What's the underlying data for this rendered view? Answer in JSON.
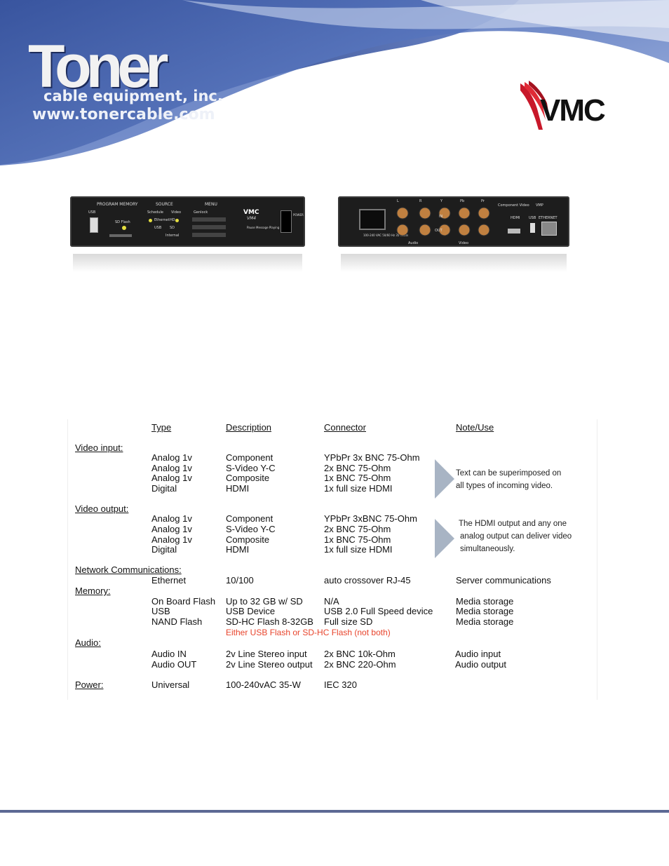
{
  "header": {
    "brand_name": "Toner",
    "brand_sub": "cable equipment, inc.",
    "brand_url": "www.tonercable.com",
    "partner_logo": "VMC"
  },
  "devices": {
    "front": {
      "program_memory": "PROGRAM MEMORY",
      "source": "SOURCE",
      "menu": "MENU",
      "usb": "USB",
      "sd_flash": "SD Flash",
      "schedule": "Schedule",
      "video": "Video",
      "genlock": "Genlock",
      "ethernet": "Ethernet",
      "hd": "HD",
      "usb2": "USB",
      "sd": "SD",
      "internal": "Internal",
      "brand": "VMC",
      "model": "VM4",
      "pause": "Pause Message Playing",
      "power": "POWER"
    },
    "back": {
      "power_label": "100-240 VAC 50/60 Hz 35 Watts",
      "component_video": "Component Video",
      "hdmi": "HDMI",
      "usb": "USB",
      "ethernet": "ETHERNET",
      "vmp": "VMP",
      "in": "IN",
      "out": "OUT",
      "audio": "Audio",
      "video": "Video",
      "l": "L",
      "r": "R",
      "y": "Y",
      "pb": "Pb",
      "pr": "Pr"
    }
  },
  "table": {
    "headers": {
      "type": "Type",
      "description": "Description",
      "connector": "Connector",
      "note": "Note/Use"
    },
    "sections": {
      "video_input": "Video input:",
      "video_output": "Video output:",
      "network": "Network Communications:",
      "memory": "Memory:",
      "audio": "Audio:",
      "power": "Power:"
    },
    "video_input": [
      {
        "type": "Analog  1v",
        "desc": "Component",
        "conn": "YPbPr   3x BNC   75-Ohm"
      },
      {
        "type": "Analog  1v",
        "desc": "S-Video Y-C",
        "conn": "2x BNC   75-Ohm"
      },
      {
        "type": "Analog  1v",
        "desc": "Composite",
        "conn": "1x BNC   75-Ohm"
      },
      {
        "type": "Digital",
        "desc": "HDMI",
        "conn": "1x full size HDMI"
      }
    ],
    "video_input_note": [
      "Text can be superimposed on",
      "all types of incoming video."
    ],
    "video_output": [
      {
        "type": "Analog  1v",
        "desc": "Component",
        "conn": "YPbPr  3xBNC    75-Ohm"
      },
      {
        "type": "Analog  1v",
        "desc": "S-Video Y-C",
        "conn": "2x BNC   75-Ohm"
      },
      {
        "type": "Analog  1v",
        "desc": "Composite",
        "conn": "1x BNC   75-Ohm"
      },
      {
        "type": "Digital",
        "desc": "HDMI",
        "conn": "1x full size HDMI"
      }
    ],
    "video_output_note": [
      "The HDMI output and any one",
      "analog output can deliver video",
      "simultaneously."
    ],
    "network": {
      "type": "Ethernet",
      "desc": "10/100",
      "conn": "auto crossover  RJ-45",
      "note": "Server communications"
    },
    "memory": [
      {
        "type": "On Board Flash",
        "desc": "Up to 32 GB w/ SD",
        "conn": "N/A",
        "note": "Media storage"
      },
      {
        "type": "USB",
        "desc": "USB Device",
        "conn": "USB 2.0 Full Speed device",
        "note": "Media storage"
      },
      {
        "type": "NAND Flash",
        "desc": "SD-HC Flash 8-32GB",
        "conn": "Full size SD",
        "note": "Media storage"
      }
    ],
    "memory_warning": "Either USB Flash or SD-HC Flash (not both)",
    "audio": [
      {
        "type": "Audio IN",
        "desc": "2v Line Stereo input",
        "conn": "2x BNC   10k-Ohm",
        "note": "Audio input"
      },
      {
        "type": "Audio OUT",
        "desc": "2v Line Stereo output",
        "conn": "2x BNC  220-Ohm",
        "note": "Audio output"
      }
    ],
    "power": {
      "type": "Universal",
      "desc": "100-240vAC 35-W",
      "conn": "IEC 320"
    }
  },
  "colors": {
    "header_blue": "#2e4a8f",
    "footer_line": "#5c6994",
    "warning_red": "#e8442c",
    "arrow_gray": "#a8b4c4"
  }
}
